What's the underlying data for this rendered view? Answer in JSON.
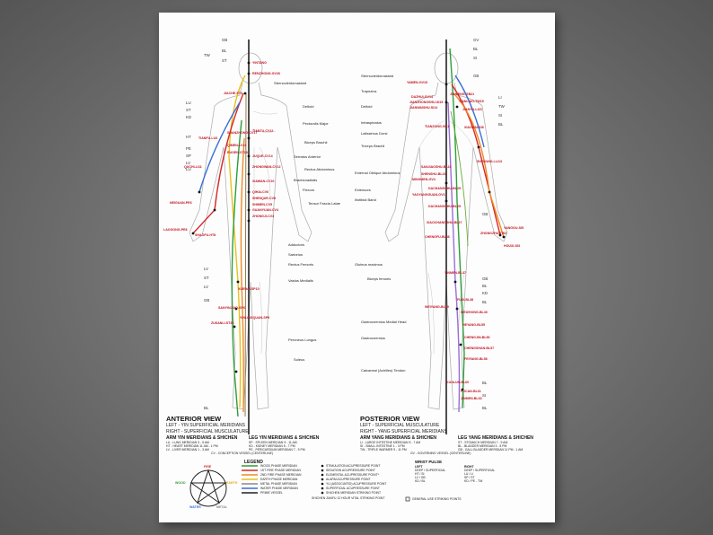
{
  "anterior": {
    "title": "ANTERIOR VIEW",
    "line1": "LEFT - YIN SUPERFICIAL MERIDIANS",
    "line2": "RIGHT - SUPERFICIAL MUSCULATURE",
    "arm_header": "ARM YIN MERIDIANS & SHICHEN",
    "leg_header": "LEG YIN MERIDIANS & SHICHEN",
    "arm_items": [
      "LU - LUNG MERIDIAN 3 - 5 AM",
      "HT - HEART MERIDIAN 11 AM - 1 PM",
      "LV - LIVER MERIDIAN 1 - 3 AM"
    ],
    "leg_items": [
      "SP - SPLEEN MERIDIAN 9 - 11 AM",
      "KD - KIDNEY MERIDIAN 5 - 7 PM",
      "PE - PERICARDIUM MERIDIAN 7 - 9 PM"
    ],
    "center_item": "CV - CONCEPTION VESSEL (CENTERLINE)",
    "left_meridians": [
      "GB",
      "BL",
      "ST",
      "TW",
      "LU",
      "ST",
      "KD",
      "HT",
      "PE",
      "SP",
      "LV",
      "LU",
      "LV",
      "ST",
      "LV",
      "GB",
      "BL",
      "SP"
    ],
    "points": [
      "YINTANG",
      "RENZHONG-GV26",
      "JIACHE-ST6",
      "TIANFU-LU3",
      "QUCHI-LI11",
      "NEIGUAN-PE6",
      "LAOGONG-PE8",
      "SHAOFU-HT8",
      "SHANZHONG-CV17",
      "JUQUE-CV14",
      "ZHONGWAN-CV12",
      "XIAWAN-CV10",
      "SHENQUE-CV8",
      "GUANYUAN-CV4",
      "ZHONGJI-CV3",
      "XUEHAI-SP10",
      "YINLINGQUAN-SP9",
      "ZUSANLI-ST36",
      "SANYINJIAO-SP6",
      "TIANTU-CV22",
      "QIMEN-LV14",
      "RUGEN-ST18",
      "SHIMEN-CV5",
      "QIHAI-CV6"
    ],
    "muscles": [
      "Sternocleidomastoid",
      "Deltoid",
      "Pectoralis Major",
      "Biceps Brachii",
      "Serratus Anterior",
      "Rectus Abdominus",
      "Brachioradialis",
      "Flexors",
      "Tensor Fascia Latae",
      "Adductors",
      "Sartorius",
      "Rectus Femoris",
      "Vastus Medialis",
      "Peroneus Longus",
      "Soleus"
    ]
  },
  "posterior": {
    "title": "POSTERIOR VIEW",
    "line1": "LEFT - SUPERFICIAL MUSCULATURE",
    "line2": "RIGHT - YANG SUPERFICIAL MERIDIANS",
    "arm_header": "ARM YANG MERIDIANS & SHICHEN",
    "leg_header": "LEG YANG MERIDIANS & SHICHEN",
    "arm_items": [
      "LI - LARGE INTESTINE MERIDIAN 5 - 7 AM",
      "SI - SMALL INTESTINE 1 - 3 PM",
      "TW - TRIPLE WARMER 9 - 11 PM"
    ],
    "leg_items": [
      "ST - STOMACH MERIDIAN 7 - 9 AM",
      "BL - BLADDER MERIDIAN 3 - 5 PM",
      "GB - GALL BLADDER MERIDIAN 11 PM - 1 AM"
    ],
    "center_item": "GV - GOVERNING VESSEL (CENTERLINE)",
    "right_meridians": [
      "GV",
      "BL",
      "SI",
      "GB",
      "LI",
      "TW",
      "SI",
      "BL",
      "GB",
      "GB",
      "BL",
      "KD",
      "BL",
      "BL",
      "SI",
      "BL"
    ],
    "points": [
      "YAMEN-GV15",
      "DAZHUI-GV14",
      "JIANZHONGSHU-SI15",
      "JIANWAISHU-SI14",
      "JIANJING-GB21",
      "TIANLIAO-TW15",
      "JIANYU-LI15",
      "TIANZONG-SI11",
      "XIAOHAI-SI8",
      "SHOUWULI-LI13",
      "SANJIAOSHU-BL22",
      "SHENSHU-BL23",
      "MINGMEN-GV4",
      "DACHANGSHU-BL25",
      "YAOYANGGUAN-GV3",
      "DACHANGSHU-BL25",
      "XIAOCHANGSHU-BL27",
      "ZHONGZHU-TW3",
      "YANGGU-SI5",
      "HOUXI-SI3",
      "CHENGFU-BL36",
      "YINMEN-BL37",
      "FUXI-BL38",
      "WEIYANG-BL39",
      "WEIZHONG-BL40",
      "HEYANG-BL55",
      "CHENGJIN-BL56",
      "CHENGSHAN-BL57",
      "FEIYANG-BL58",
      "KUNLUN-BL60",
      "PUCAN-BL61",
      "JINMEN-BL63"
    ],
    "muscles": [
      "Sternocleidomastoid",
      "Trapezius",
      "Deltoid",
      "Infraspinatus",
      "Latissimus Dorsi",
      "Triceps Brachii",
      "External Oblique Abdominus",
      "Extensors",
      "Iliotibial Band",
      "Gluteus maximus",
      "Biceps femoris",
      "Gastrocnemius Medial Head",
      "Gastrocnemius",
      "Calcaneal (Achilles) Tendon"
    ]
  },
  "legend": {
    "title": "LEGEND",
    "lines": [
      {
        "label": "WOOD PHASE MERIDIAN",
        "color": "#2e9e3a"
      },
      {
        "label": "1ST FIRE PHASE MERIDIAN",
        "color": "#d62828"
      },
      {
        "label": "2ND FIRE PHASE MERIDIAN",
        "color": "#f08a24"
      },
      {
        "label": "EARTH PHASE MERIDIAN",
        "color": "#e7c21b"
      },
      {
        "label": "METAL PHASE MERIDIAN",
        "color": "#8a8a8a"
      },
      {
        "label": "WATER PHASE MERIDIAN",
        "color": "#3a6fd8"
      },
      {
        "label": "PRIME VESSEL",
        "color": "#222222"
      }
    ],
    "symbols": [
      "STIMULATION ACUPRESSURE POINT",
      "SEDATION ACUPRESSURE POINT",
      "ELEMENTAL ACUPRESSURE POINT*",
      "ALARM ACUPRESSURE POINT",
      "YU (ASSOCIATED) ACUPRESSURE POINT",
      "SUPERFICIAL ACUPRESSURE POINT",
      "SHICHEN MERIDIAN STRIKING POINT"
    ],
    "shichen_note": "SHICHEN ZANFU 12 HOUR VITAL STRIKING POINT",
    "general_note": "GENERAL USE STRIKING POINTS"
  },
  "wrist_pulse": {
    "title": "WRIST PULSE",
    "left_title": "LEFT",
    "left_sub": "DEEP / SUPERFICIAL",
    "left_rows": [
      "HT / SI",
      "LV / GB",
      "KD / BL"
    ],
    "right_title": "RIGHT",
    "right_sub": "DEEP / SUPERFICIAL",
    "right_rows": [
      "LU / LI",
      "SP / ST",
      "KD / PE - TW"
    ]
  },
  "wuxing": {
    "fire": "FIRE",
    "earth": "EARTH",
    "metal": "METAL",
    "water": "WATER",
    "wood": "WOOD",
    "colors": {
      "fire": "#d62828",
      "earth": "#e0a81b",
      "metal": "#888888",
      "water": "#3a6fd8",
      "wood": "#2e9e3a"
    }
  }
}
